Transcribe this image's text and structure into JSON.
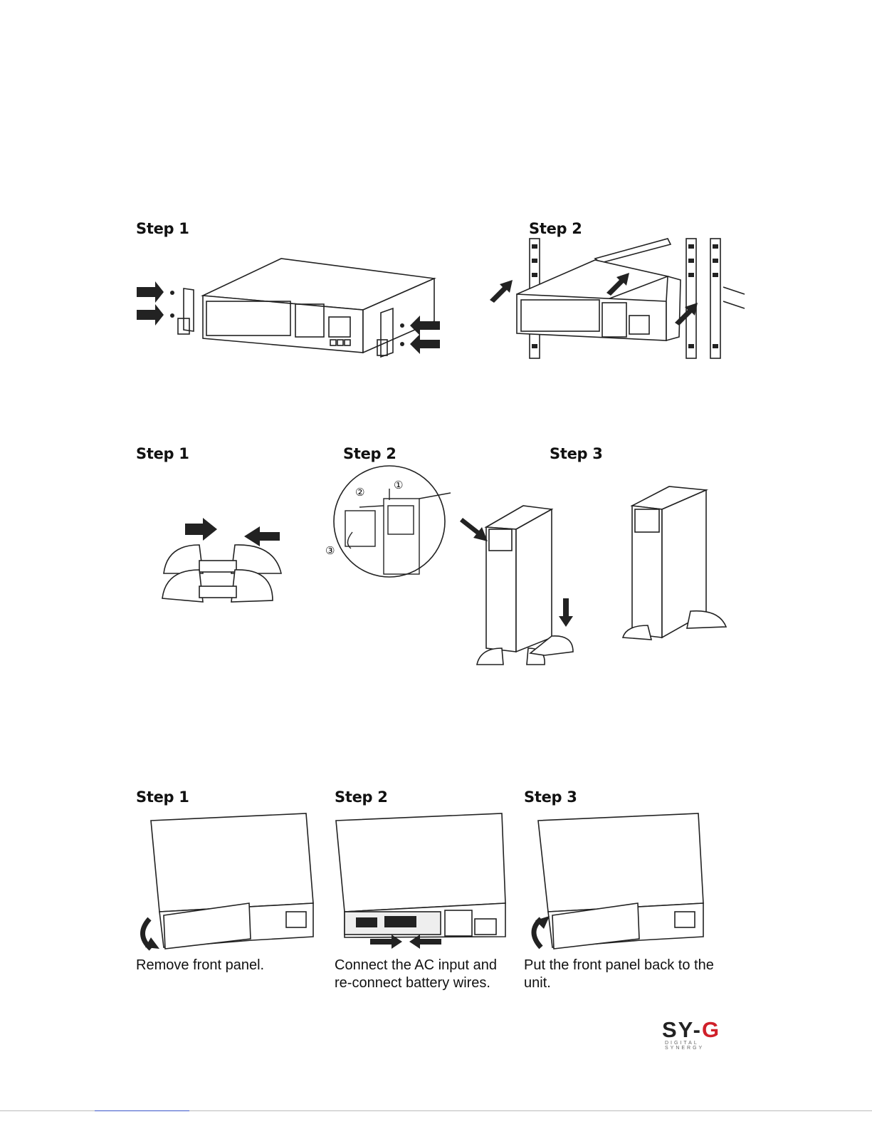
{
  "rack_install": {
    "step1_label": "Step 1",
    "step2_label": "Step 2"
  },
  "tower_install": {
    "step1_label": "Step 1",
    "step2_label": "Step 2",
    "step3_label": "Step 3",
    "callout_numbers": [
      "①",
      "②",
      "③"
    ]
  },
  "wiring": {
    "step1_label": "Step 1",
    "step2_label": "Step 2",
    "step3_label": "Step 3",
    "step1_caption": "Remove front panel.",
    "step2_caption_line1": "Connect the AC input and",
    "step2_caption_line2": "re-connect battery wires.",
    "step3_caption_line1": "Put the front panel back to the",
    "step3_caption_line2": "unit."
  },
  "brand": {
    "logo_text": "SY-G",
    "tagline": "DIGITAL SYNERGY",
    "accent_color": "#d0202a"
  }
}
